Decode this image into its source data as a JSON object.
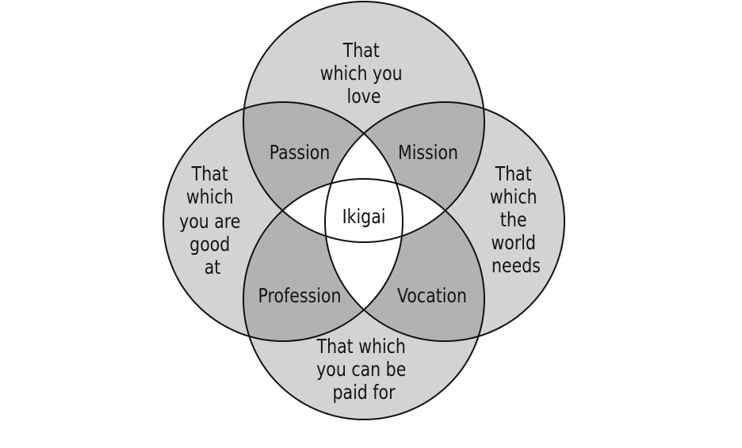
{
  "colors": {
    "single": "#d3d3d3",
    "pair": "#b2b2b2",
    "center": "#ffffff",
    "stroke": "#111111"
  },
  "circles": {
    "top": [
      "That",
      "which you",
      "love"
    ],
    "left": [
      "That",
      "which",
      "you are",
      "good",
      "at"
    ],
    "right": [
      "That",
      "which",
      "the",
      "world",
      "needs"
    ],
    "bottom": [
      "That which",
      "you can be",
      "paid for"
    ]
  },
  "overlaps": {
    "passion": "Passion",
    "mission": "Mission",
    "profession": "Profession",
    "vocation": "Vocation",
    "center": "Ikigai"
  }
}
